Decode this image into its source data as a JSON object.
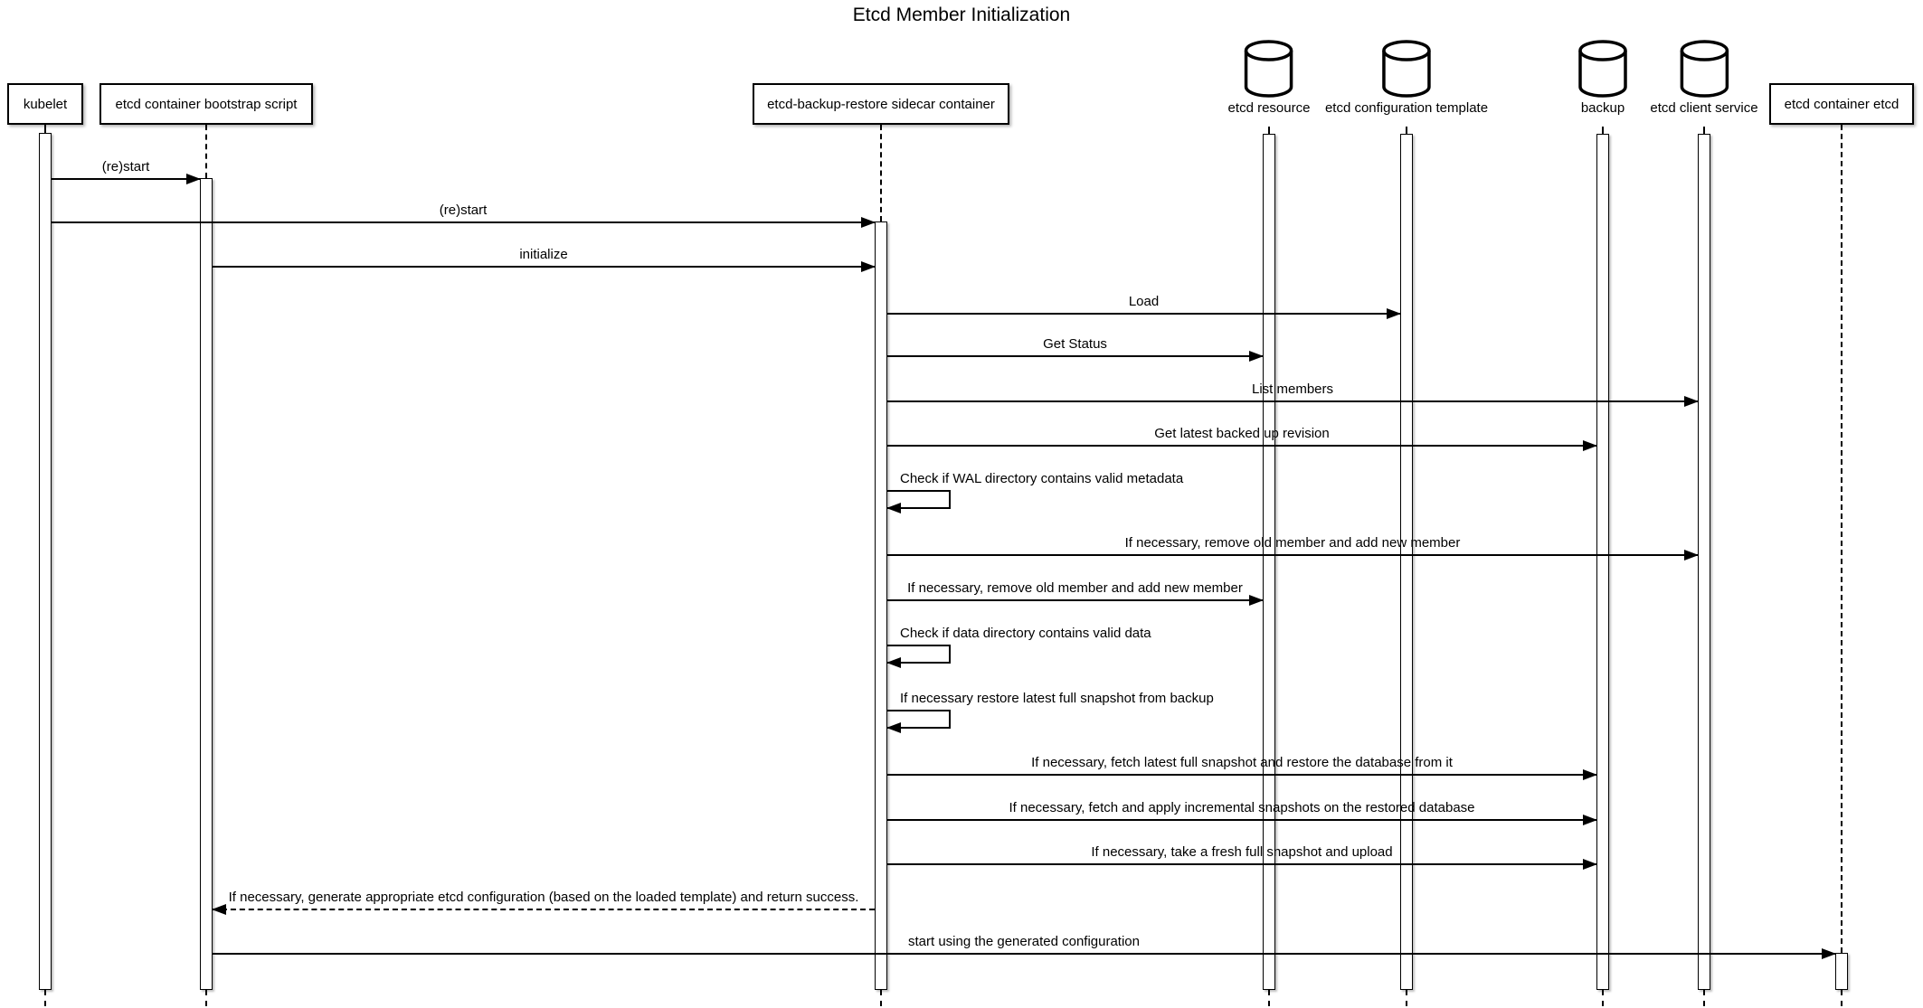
{
  "title": "Etcd Member Initialization",
  "participants": [
    {
      "id": "kubelet",
      "label": "kubelet",
      "kind": "box"
    },
    {
      "id": "bootstrap",
      "label": "etcd container bootstrap script",
      "kind": "box"
    },
    {
      "id": "sidecar",
      "label": "etcd-backup-restore sidecar container",
      "kind": "box"
    },
    {
      "id": "etcd-resource",
      "label": "etcd resource",
      "kind": "database"
    },
    {
      "id": "etcd-config-template",
      "label": "etcd configuration template",
      "kind": "database"
    },
    {
      "id": "backup",
      "label": "backup",
      "kind": "database"
    },
    {
      "id": "etcd-client-service",
      "label": "etcd client service",
      "kind": "database"
    },
    {
      "id": "etcd-container",
      "label": "etcd container etcd",
      "kind": "box"
    }
  ],
  "messages": [
    {
      "from": "kubelet",
      "to": "etcd container bootstrap script",
      "label": "(re)start",
      "style": "solid"
    },
    {
      "from": "kubelet",
      "to": "etcd-backup-restore sidecar container",
      "label": "(re)start",
      "style": "solid"
    },
    {
      "from": "etcd container bootstrap script",
      "to": "etcd-backup-restore sidecar container",
      "label": "initialize",
      "style": "solid"
    },
    {
      "from": "etcd-backup-restore sidecar container",
      "to": "etcd configuration template",
      "label": "Load",
      "style": "solid"
    },
    {
      "from": "etcd-backup-restore sidecar container",
      "to": "etcd resource",
      "label": "Get Status",
      "style": "solid"
    },
    {
      "from": "etcd-backup-restore sidecar container",
      "to": "etcd client service",
      "label": "List members",
      "style": "solid"
    },
    {
      "from": "etcd-backup-restore sidecar container",
      "to": "backup",
      "label": "Get latest backed up revision",
      "style": "solid"
    },
    {
      "from": "etcd-backup-restore sidecar container",
      "to": "etcd-backup-restore sidecar container",
      "label": "Check if WAL directory contains valid metadata",
      "style": "self"
    },
    {
      "from": "etcd-backup-restore sidecar container",
      "to": "etcd client service",
      "label": "If necessary, remove old member and add new member",
      "style": "solid"
    },
    {
      "from": "etcd-backup-restore sidecar container",
      "to": "etcd resource",
      "label": "If necessary, remove old member and add new member",
      "style": "solid"
    },
    {
      "from": "etcd-backup-restore sidecar container",
      "to": "etcd-backup-restore sidecar container",
      "label": "Check if data directory contains valid data",
      "style": "self"
    },
    {
      "from": "etcd-backup-restore sidecar container",
      "to": "etcd-backup-restore sidecar container",
      "label": "If necessary restore latest full snapshot from backup",
      "style": "self"
    },
    {
      "from": "etcd-backup-restore sidecar container",
      "to": "backup",
      "label": "If necessary, fetch latest full snapshot and restore the database from it",
      "style": "solid"
    },
    {
      "from": "etcd-backup-restore sidecar container",
      "to": "backup",
      "label": "If necessary, fetch and apply incremental snapshots on the restored database",
      "style": "solid"
    },
    {
      "from": "etcd-backup-restore sidecar container",
      "to": "backup",
      "label": "If necessary, take a fresh full snapshot and upload",
      "style": "solid"
    },
    {
      "from": "etcd-backup-restore sidecar container",
      "to": "etcd container bootstrap script",
      "label": "If necessary, generate appropriate etcd configuration (based on the loaded template) and return success.",
      "style": "dashed-return"
    },
    {
      "from": "etcd container bootstrap script",
      "to": "etcd container etcd",
      "label": "start using the generated configuration",
      "style": "solid"
    }
  ]
}
